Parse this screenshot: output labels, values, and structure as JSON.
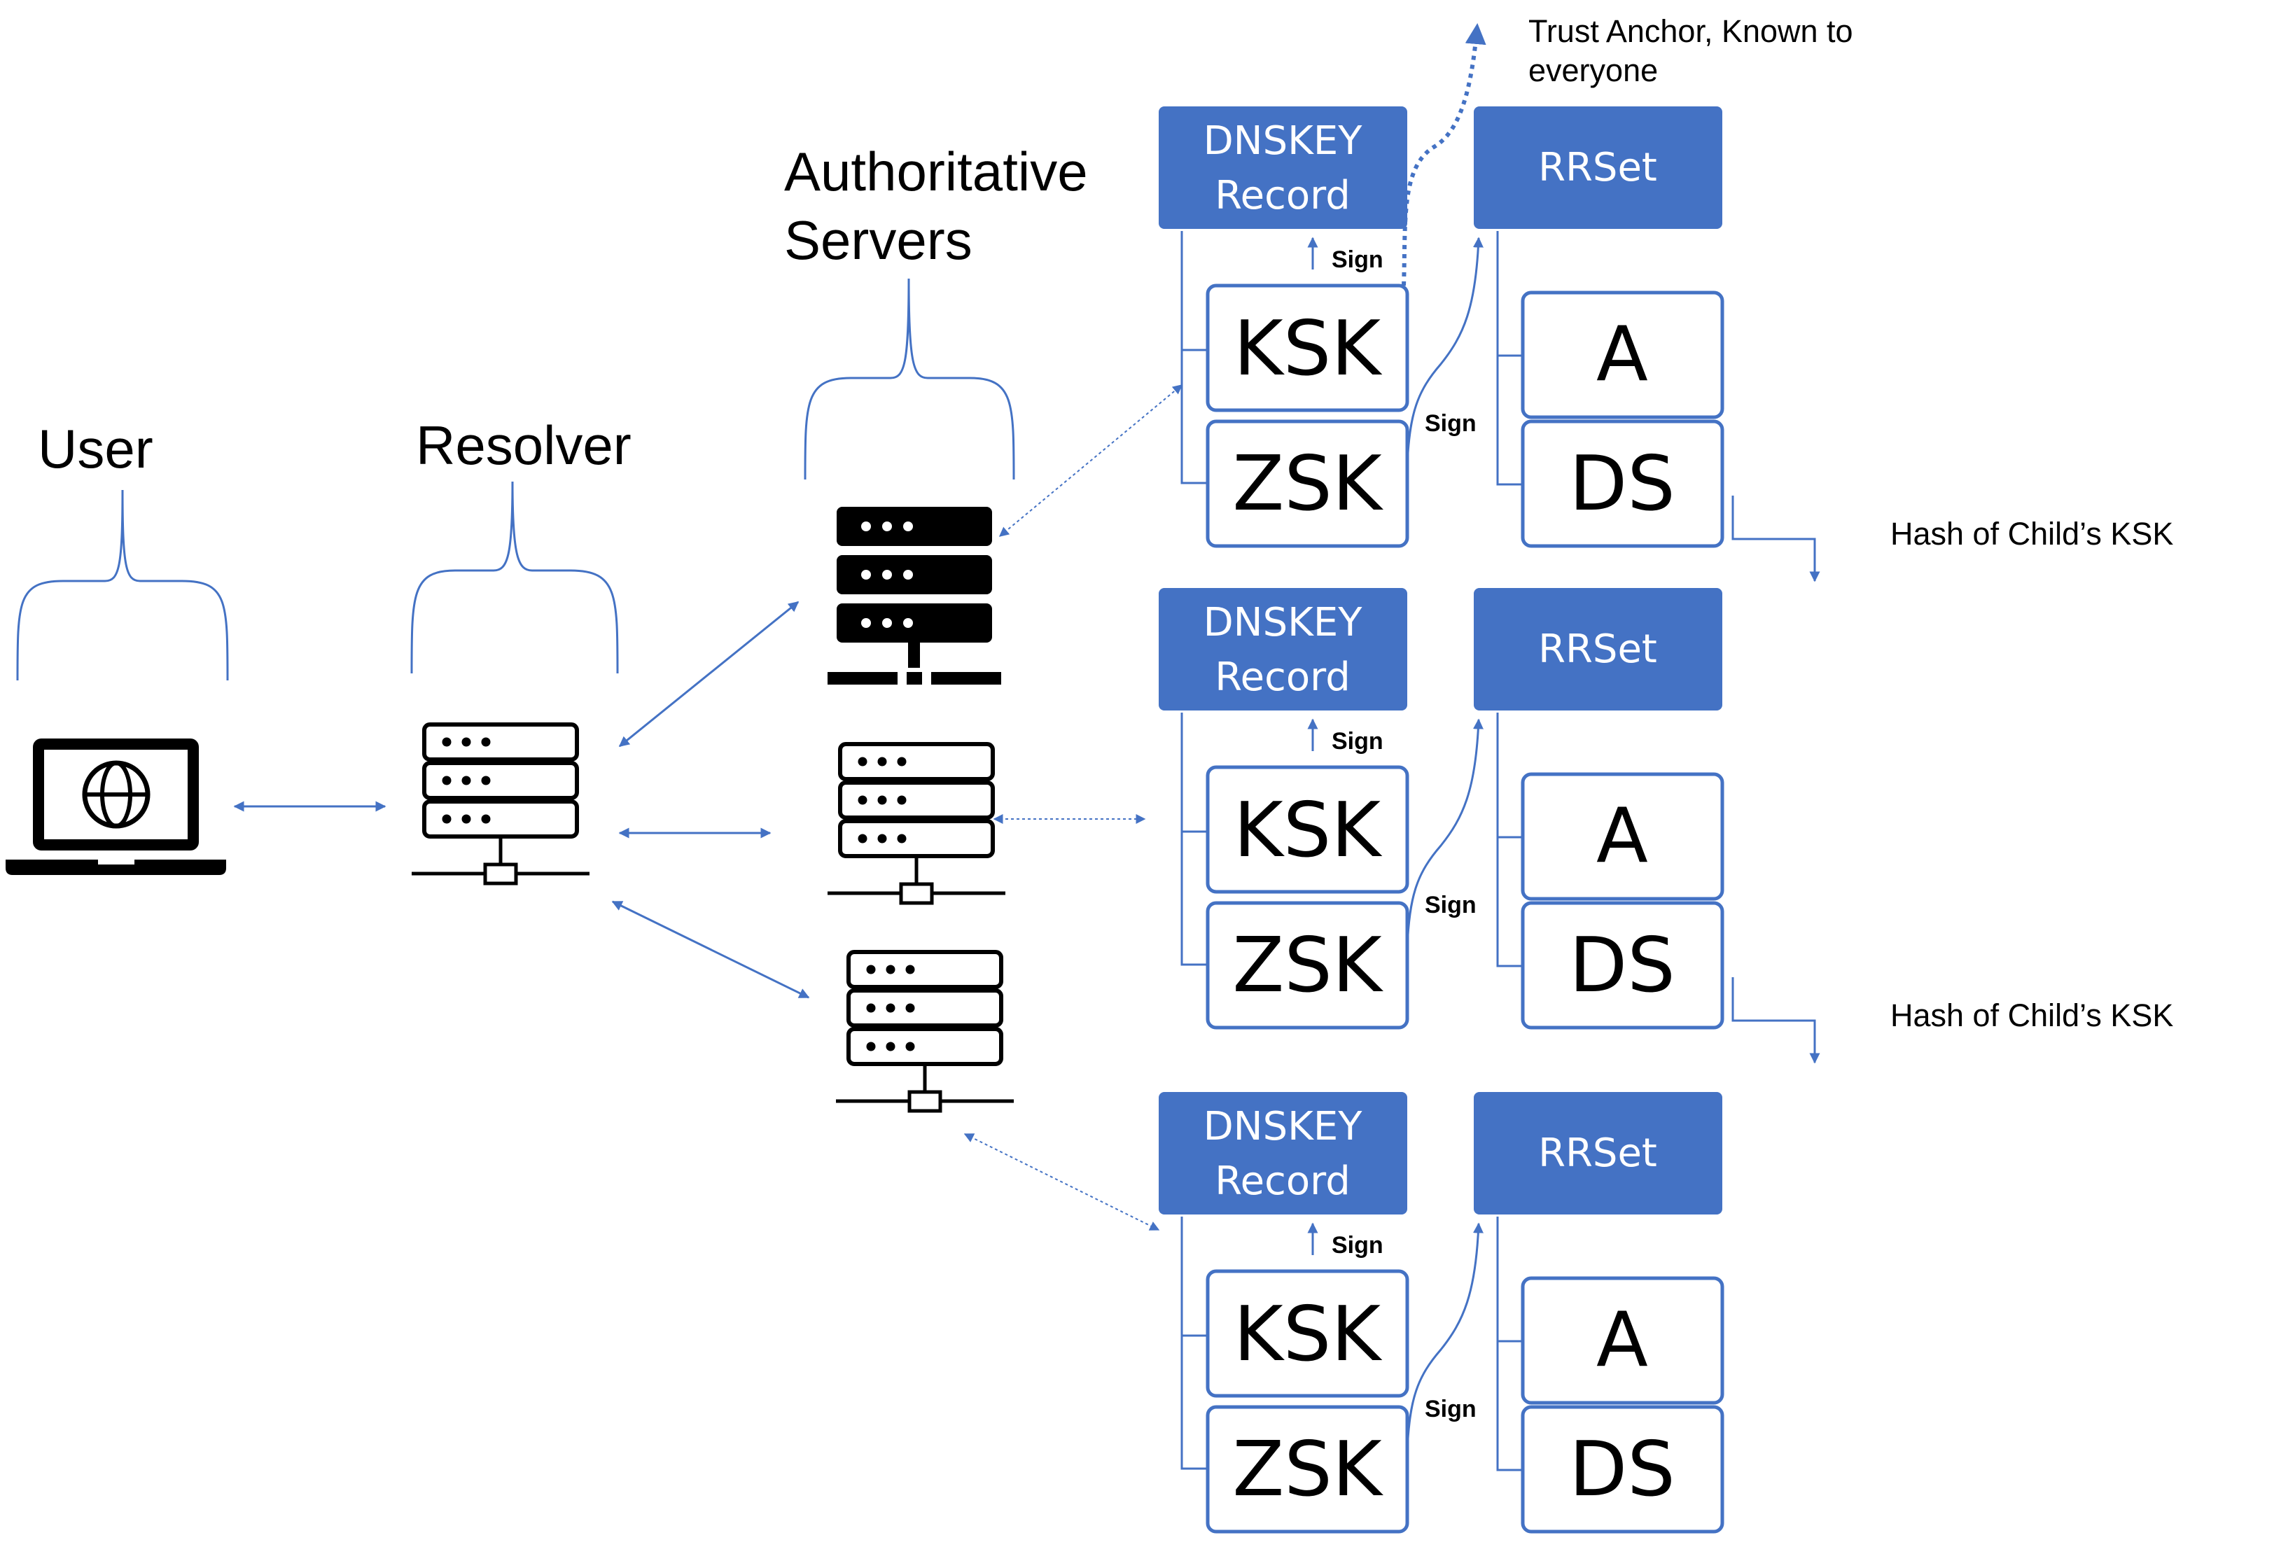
{
  "labels": {
    "user": "User",
    "resolver": "Resolver",
    "authoritative_line1": "Authoritative",
    "authoritative_line2": "Servers",
    "trust_anchor_line1": "Trust Anchor, Known to",
    "trust_anchor_line2": "everyone",
    "hash_child_ksk": "Hash of Child’s KSK"
  },
  "zones": [
    {
      "dnskey_line1": "DNSKEY",
      "dnskey_line2": "Record",
      "rrset": "RRSet",
      "ksk": "KSK",
      "zsk": "ZSK",
      "a": "A",
      "ds": "DS",
      "sign_ksk": "Sign",
      "sign_zsk": "Sign",
      "ds_note": "Hash of Child’s KSK"
    },
    {
      "dnskey_line1": "DNSKEY",
      "dnskey_line2": "Record",
      "rrset": "RRSet",
      "ksk": "KSK",
      "zsk": "ZSK",
      "a": "A",
      "ds": "DS",
      "sign_ksk": "Sign",
      "sign_zsk": "Sign",
      "ds_note": "Hash of Child’s KSK"
    },
    {
      "dnskey_line1": "DNSKEY",
      "dnskey_line2": "Record",
      "rrset": "RRSet",
      "ksk": "KSK",
      "zsk": "ZSK",
      "a": "A",
      "ds": "DS",
      "sign_ksk": "Sign",
      "sign_zsk": "Sign"
    }
  ],
  "colors": {
    "accent": "#4472c4",
    "icon": "#000000",
    "background": "#ffffff"
  },
  "icons": [
    "laptop-globe-icon",
    "server-icon",
    "server-filled-icon"
  ]
}
